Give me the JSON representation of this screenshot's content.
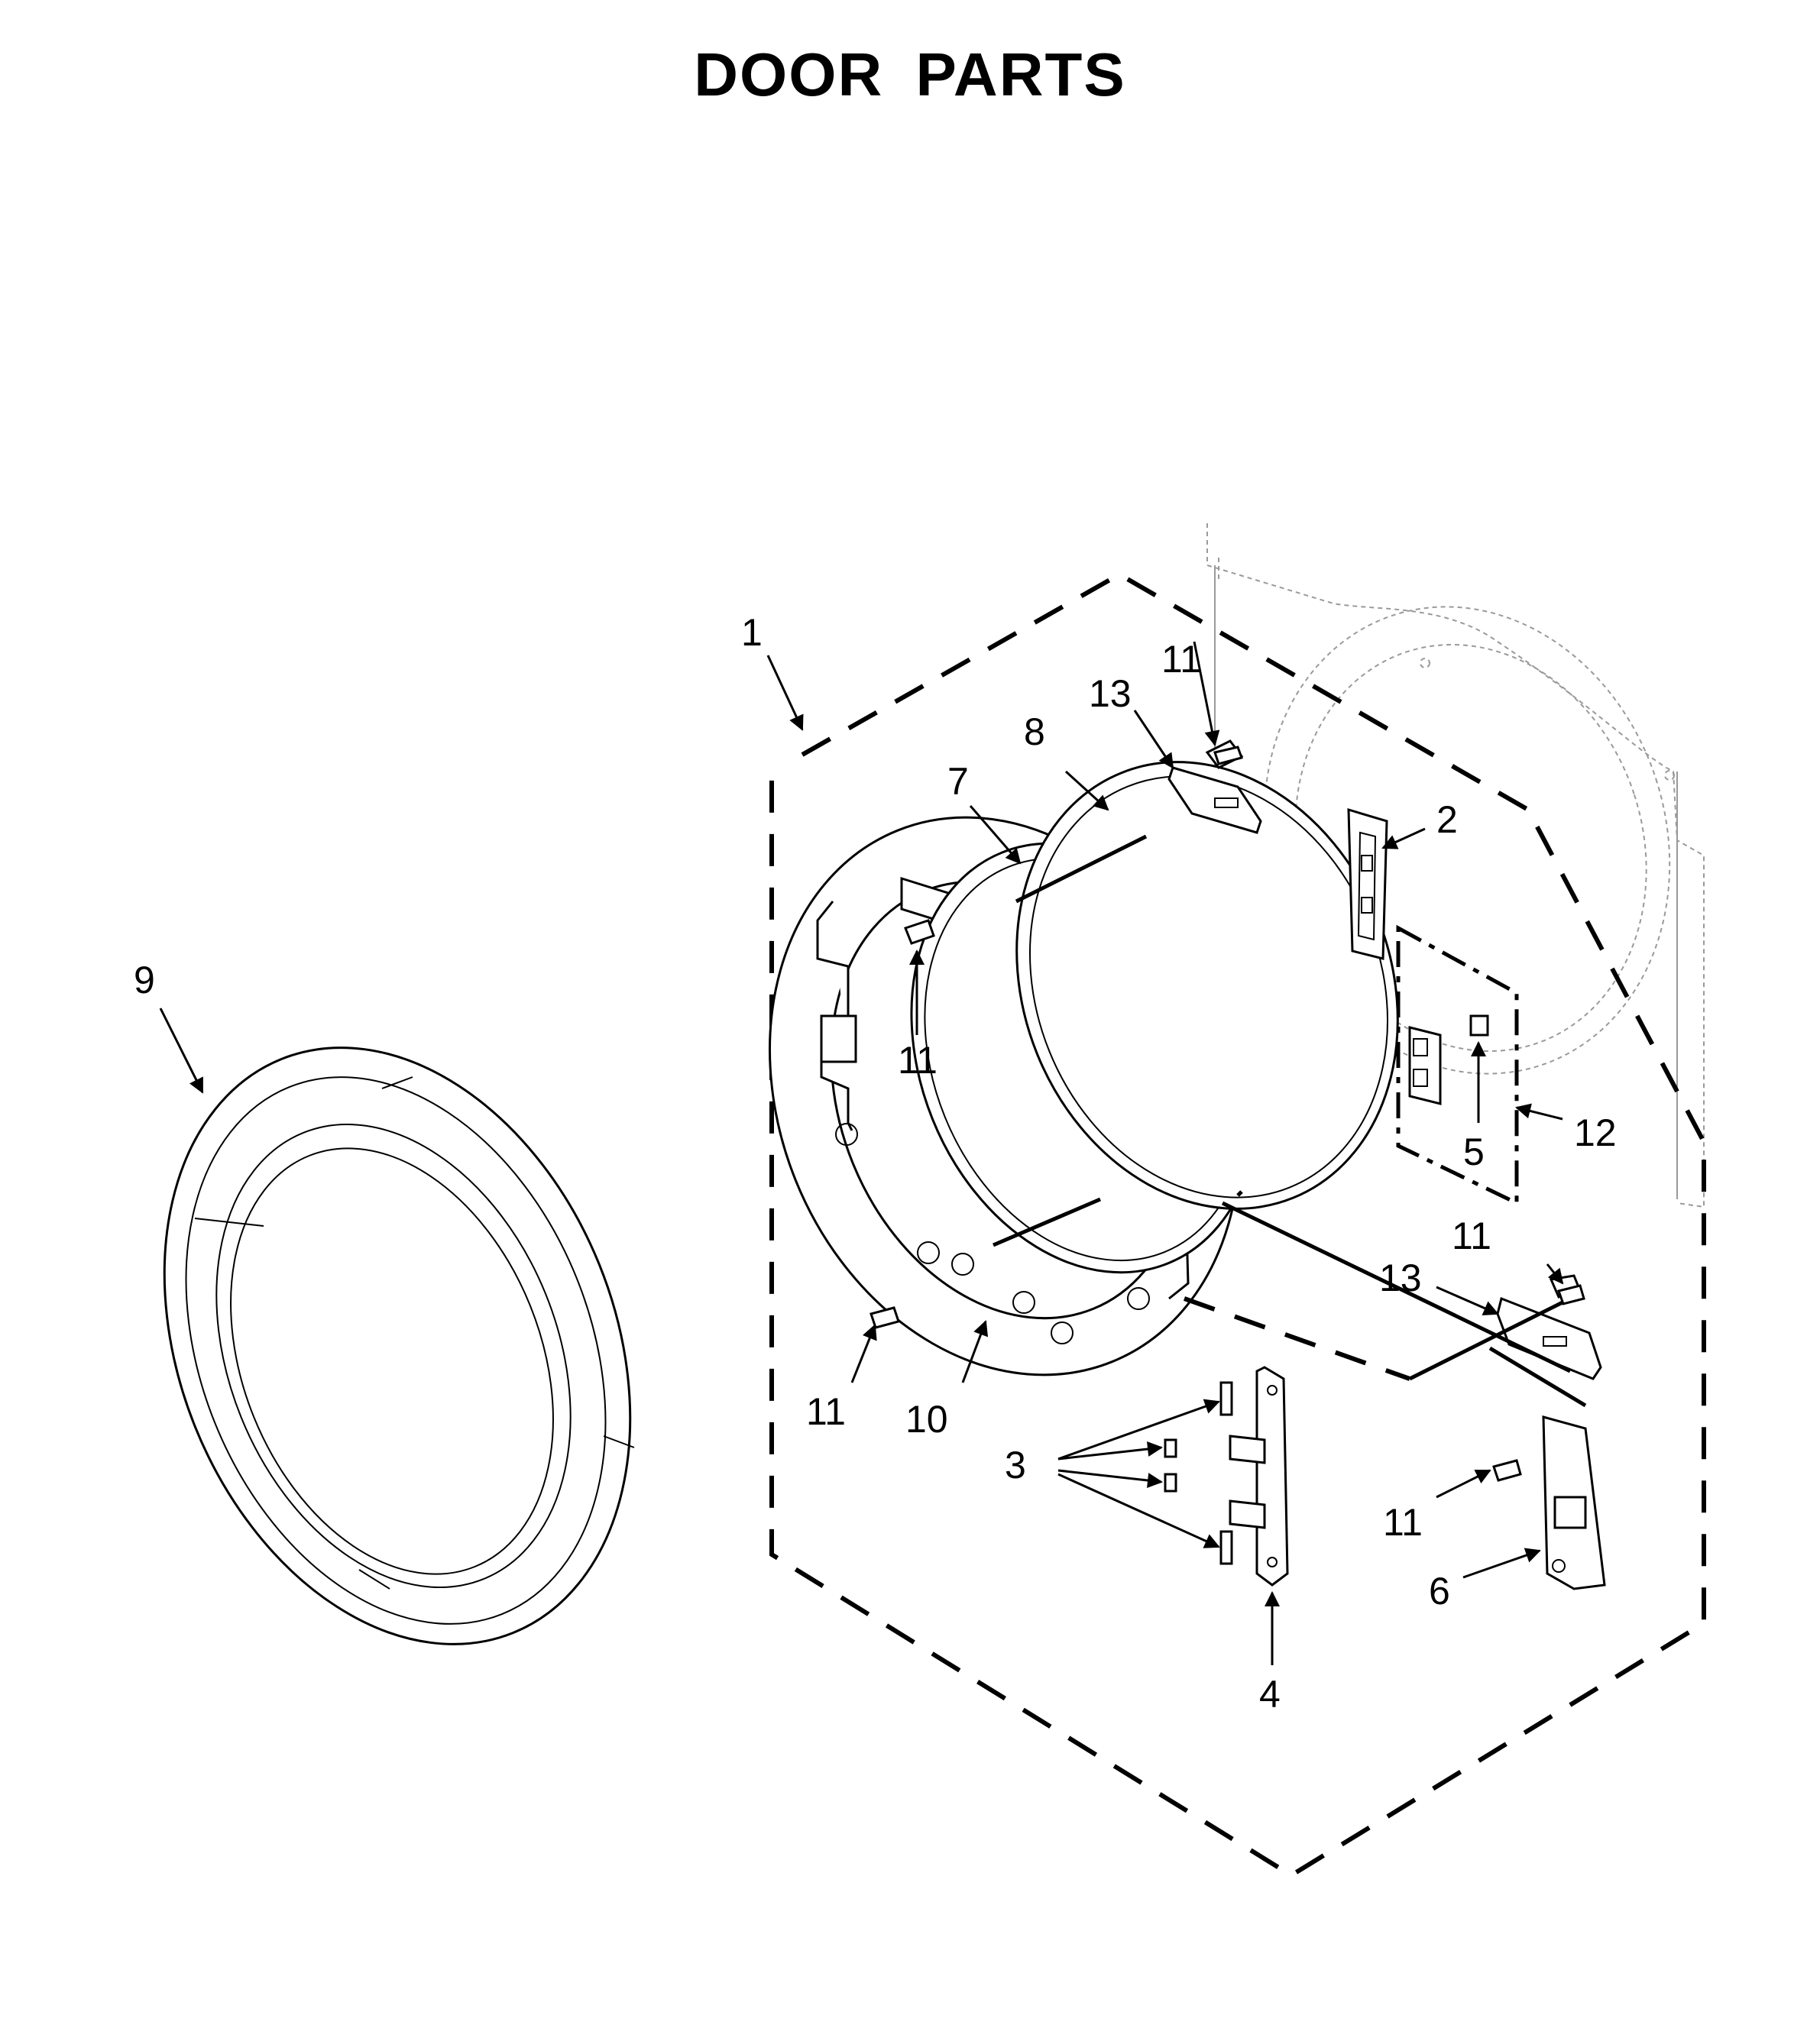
{
  "title": "DOOR PARTS",
  "callouts": [
    "1",
    "2",
    "3",
    "4",
    "5",
    "6",
    "7",
    "8",
    "9",
    "10",
    "11",
    "12",
    "13"
  ]
}
